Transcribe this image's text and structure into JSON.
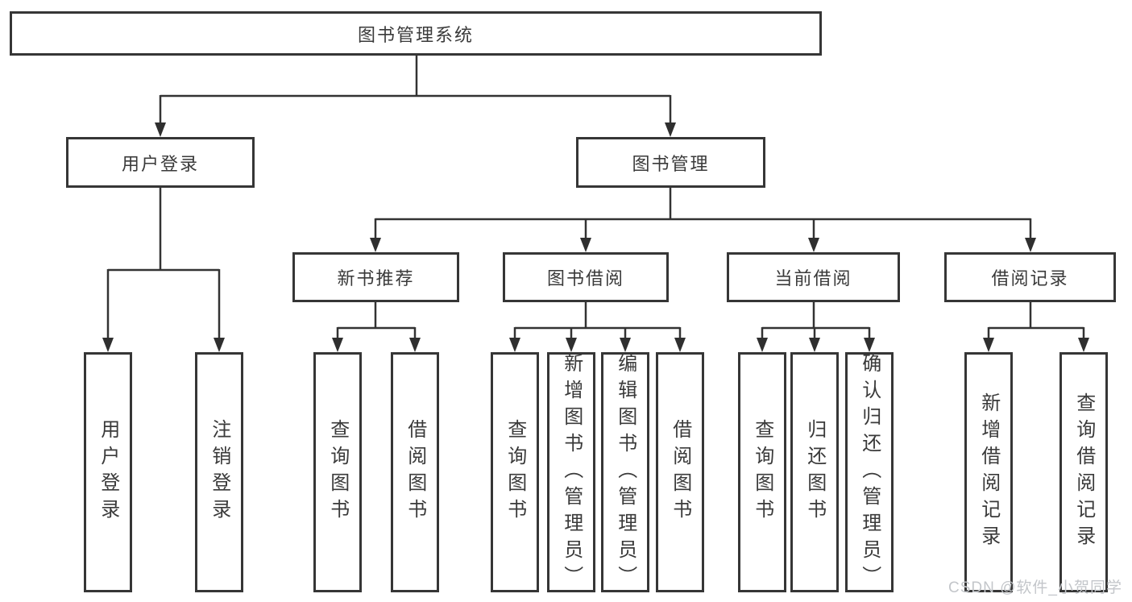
{
  "tree": {
    "label": "图书管理系统",
    "children": [
      {
        "label": "用户登录",
        "children": [
          {
            "label": "用户登录"
          },
          {
            "label": "注销登录"
          }
        ]
      },
      {
        "label": "图书管理",
        "children": [
          {
            "label": "新书推荐",
            "children": [
              {
                "label": "查询图书"
              },
              {
                "label": "借阅图书"
              }
            ]
          },
          {
            "label": "图书借阅",
            "children": [
              {
                "label": "查询图书"
              },
              {
                "label": "新增图书（管理员）"
              },
              {
                "label": "编辑图书（管理员）"
              },
              {
                "label": "借阅图书"
              }
            ]
          },
          {
            "label": "当前借阅",
            "children": [
              {
                "label": "查询图书"
              },
              {
                "label": "归还图书"
              },
              {
                "label": "确认归还（管理员）"
              }
            ]
          },
          {
            "label": "借阅记录",
            "children": [
              {
                "label": "新增借阅记录"
              },
              {
                "label": "查询借阅记录"
              }
            ]
          }
        ]
      }
    ]
  },
  "watermark": "CSDN @软件_小贺同学",
  "colors": {
    "line": "#333333",
    "box_border": "#363636",
    "text": "#3a3a3a",
    "watermark": "#c3c6ca",
    "background": "#ffffff"
  }
}
